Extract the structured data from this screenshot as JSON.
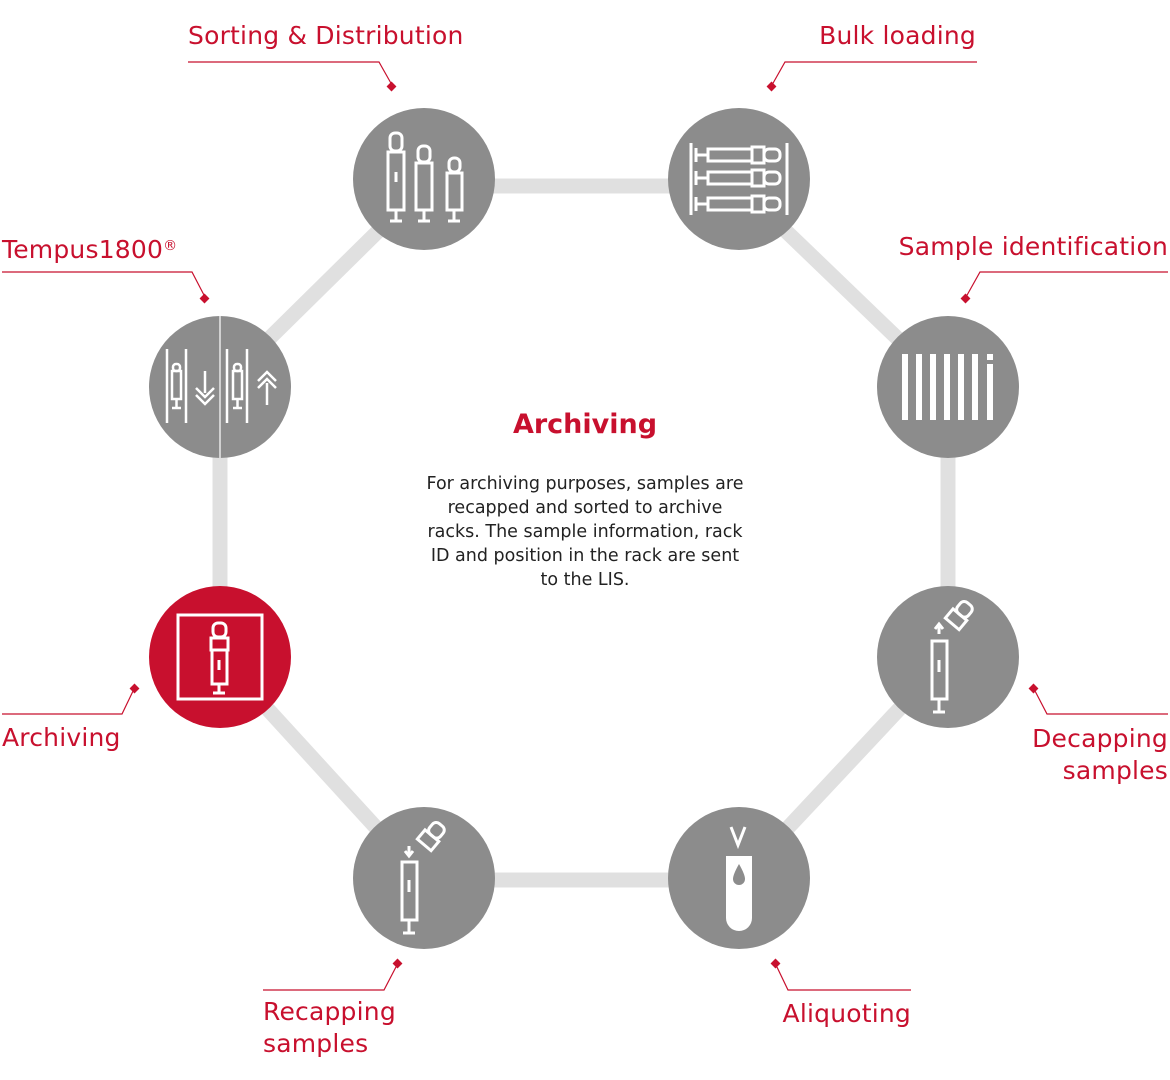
{
  "colors": {
    "accent": "#c8102e",
    "node_inactive": "#8c8c8c",
    "connector": "#e0e0e0",
    "icon": "#ffffff"
  },
  "detail": {
    "title": "Archiving",
    "description": "For archiving purposes, samples are recapped and sorted to archive racks. The sample information, rack ID and position in the rack are sent to the LIS."
  },
  "steps": [
    {
      "id": "sorting",
      "label": "Sorting & Distribution",
      "icon": "three-tubes-icon",
      "active": false
    },
    {
      "id": "bulk",
      "label": "Bulk loading",
      "icon": "tube-rack-icon",
      "active": false
    },
    {
      "id": "identification",
      "label": "Sample identification",
      "icon": "barcode-icon",
      "active": false
    },
    {
      "id": "decapping",
      "label_line1": "Decapping",
      "label_line2": "samples",
      "icon": "decap-tube-icon",
      "active": false
    },
    {
      "id": "aliquoting",
      "label": "Aliquoting",
      "icon": "aliquot-tube-icon",
      "active": false
    },
    {
      "id": "recapping",
      "label_line1": "Recapping",
      "label_line2": "samples",
      "icon": "recap-tube-icon",
      "active": false
    },
    {
      "id": "archiving",
      "label": "Archiving",
      "icon": "archive-tube-icon",
      "active": true
    },
    {
      "id": "tempus",
      "label": "Tempus1800",
      "label_mark": "®",
      "icon": "tempus-in-out-icon",
      "active": false
    }
  ]
}
